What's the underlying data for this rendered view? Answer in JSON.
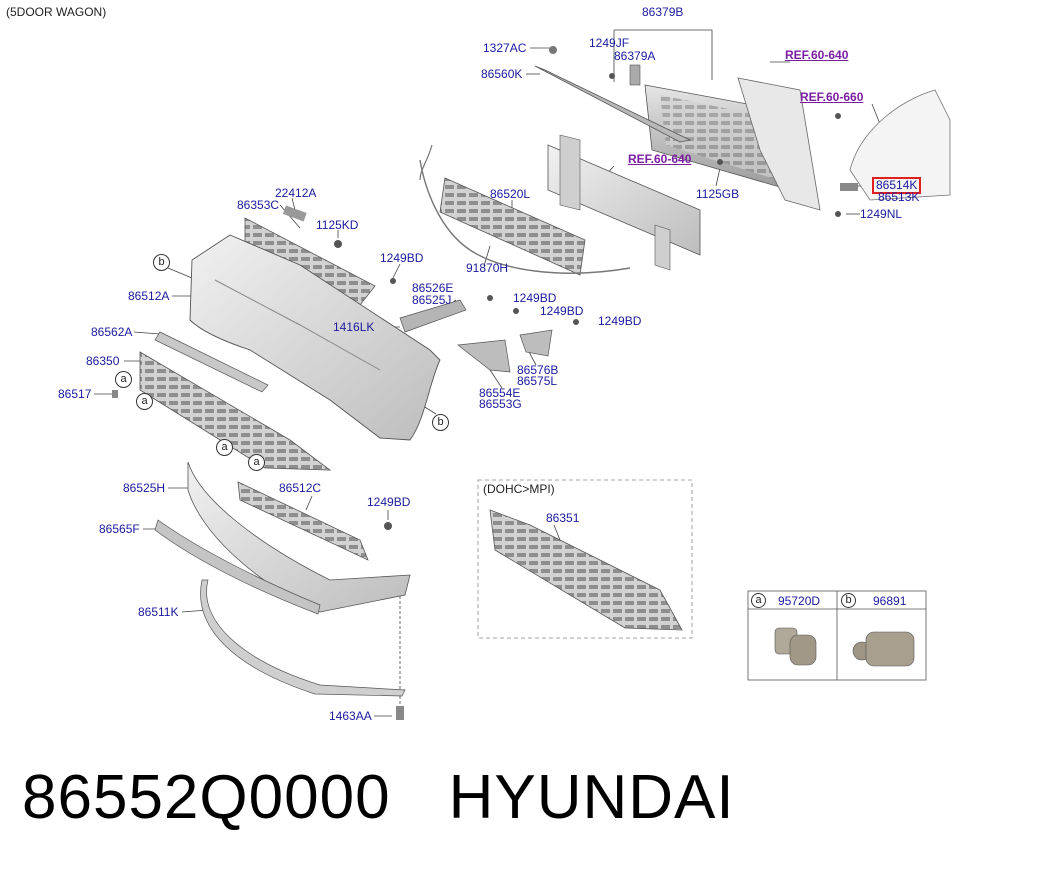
{
  "title": "(5DOOR WAGON)",
  "labels": {
    "l86379B": "86379B",
    "l1327AC": "1327AC",
    "l1249JF": "1249JF",
    "l86379A": "86379A",
    "l86560K": "86560K",
    "ref1": "REF.60-640",
    "ref2": "REF.60-660",
    "ref3": "REF.60-640",
    "l86514K": "86514K",
    "l86513K": "86513K",
    "l1249NL": "1249NL",
    "l1125GB": "1125GB",
    "l86520L": "86520L",
    "l91870H": "91870H",
    "l22412A": "22412A",
    "l86353C": "86353C",
    "l1125KD": "1125KD",
    "l1249BD_a": "1249BD",
    "l86526E": "86526E",
    "l86525J": "86525J",
    "l1249BD_b": "1249BD",
    "l1249BD_c": "1249BD",
    "l1249BD_d": "1249BD",
    "l1416LK": "1416LK",
    "l86576B": "86576B",
    "l86575L": "86575L",
    "l86554E": "86554E",
    "l86553G": "86553G",
    "l86512A": "86512A",
    "l86562A": "86562A",
    "l86350": "86350",
    "l86517": "86517",
    "l86525H": "86525H",
    "l86512C": "86512C",
    "l1249BD_e": "1249BD",
    "l86565F": "86565F",
    "l86511K": "86511K",
    "l1463AA": "1463AA",
    "dohc": "(DOHC>MPI)",
    "l86351": "86351"
  },
  "circles": {
    "b": "b",
    "a": "a"
  },
  "legend": {
    "a_letter": "a",
    "a_part": "95720D",
    "b_letter": "b",
    "b_part": "96891"
  },
  "footer": {
    "part_number": "86552Q0000",
    "brand": "HYUNDAI"
  },
  "colors": {
    "label": "#1a1a9e",
    "ref": "#7a1fa2",
    "highlight": "#e02020"
  }
}
